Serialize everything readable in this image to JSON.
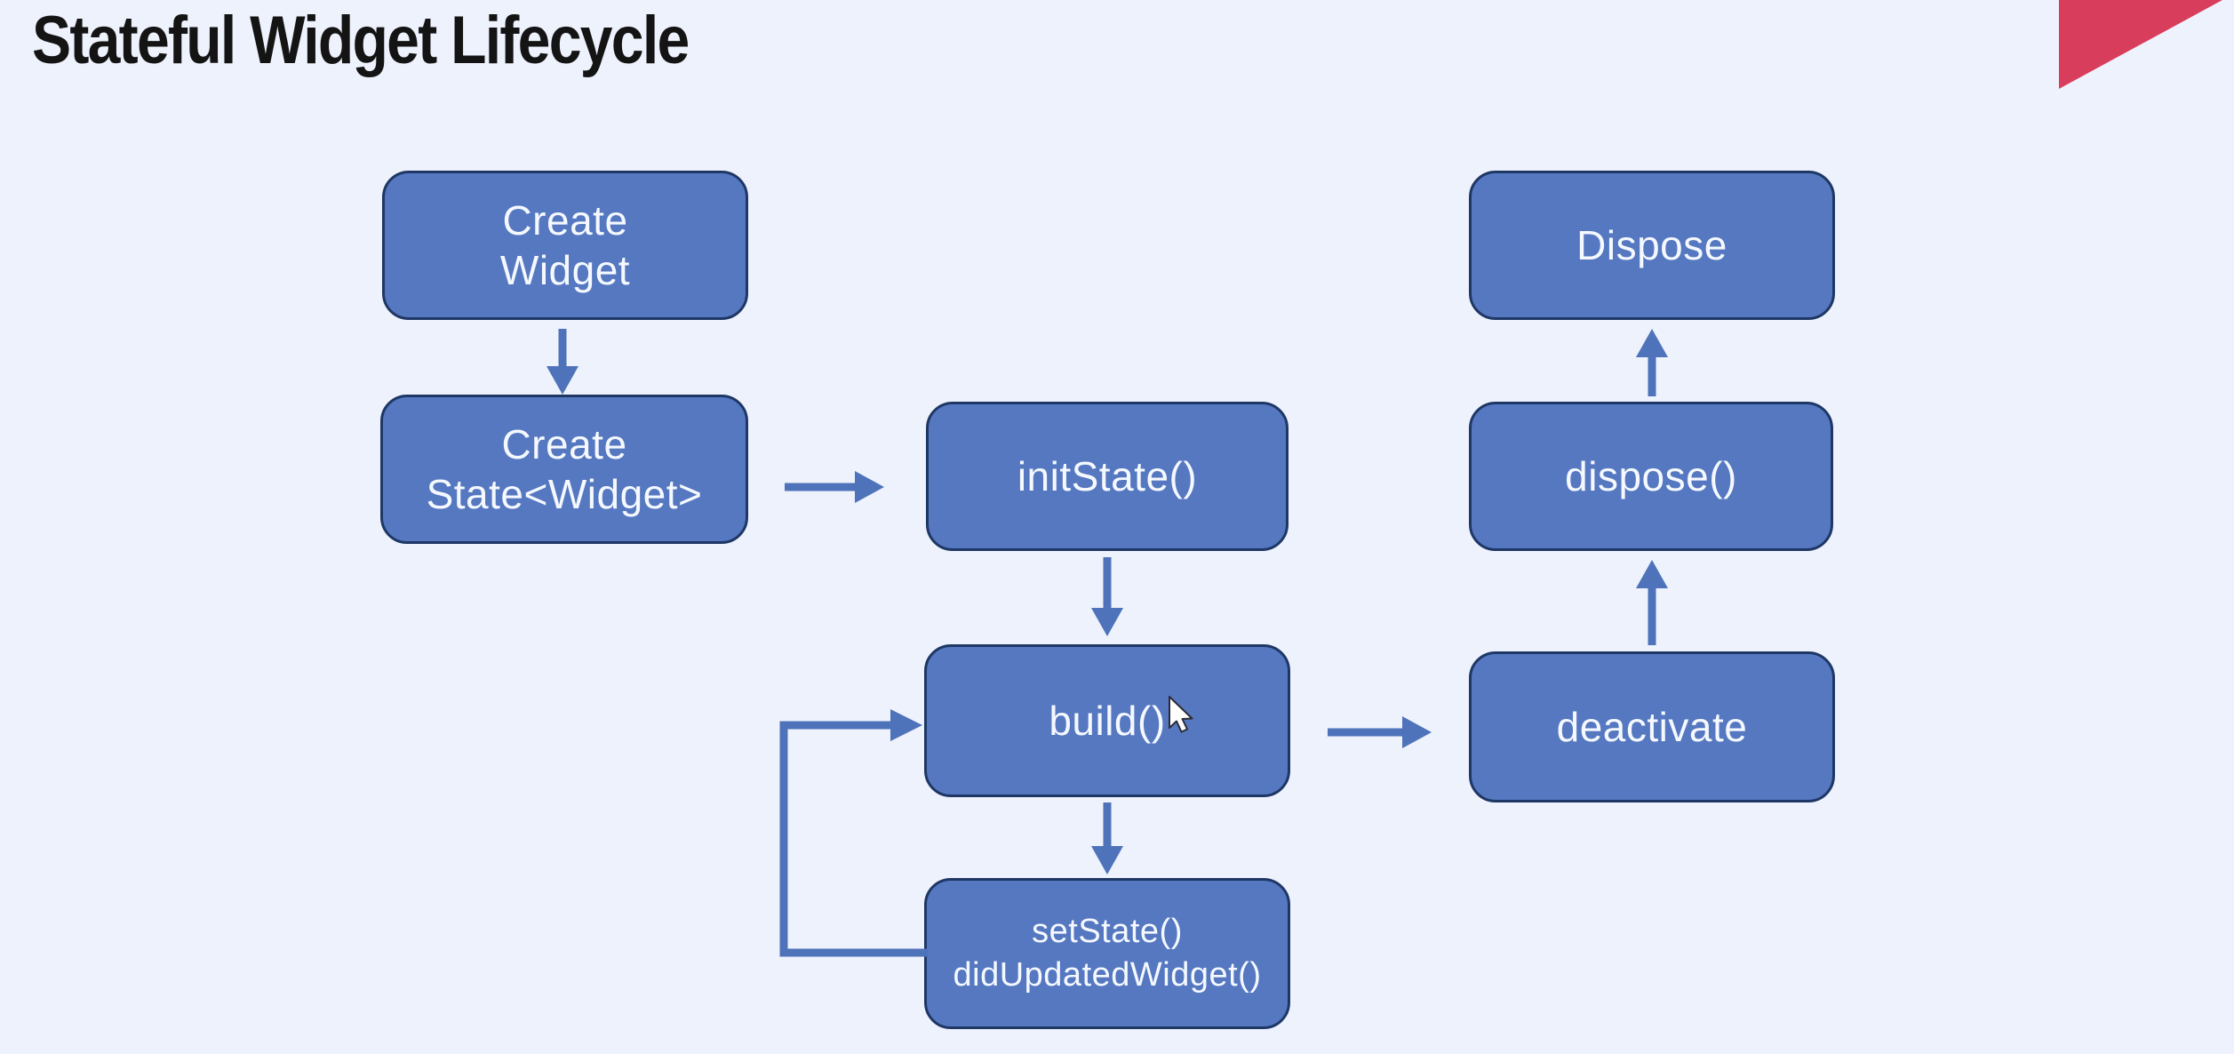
{
  "title": "Stateful Widget Lifecycle",
  "colors": {
    "background": "#eef2fc",
    "node_fill": "#5578c1",
    "node_border": "#1e3765",
    "node_text": "#f5f9ff",
    "arrow": "#4f73ba",
    "accent_triangle": "#d83e5c",
    "title_text": "#141414"
  },
  "nodes": [
    {
      "id": "create-widget",
      "label": "Create\nWidget"
    },
    {
      "id": "create-state",
      "label": "Create\nState<Widget>"
    },
    {
      "id": "init-state",
      "label": "initState()"
    },
    {
      "id": "build",
      "label": "build()"
    },
    {
      "id": "set-state",
      "label": "setState()\ndidUpdatedWidget()"
    },
    {
      "id": "dispose",
      "label": "Dispose"
    },
    {
      "id": "dispose-fn",
      "label": "dispose()"
    },
    {
      "id": "deactivate",
      "label": "deactivate"
    }
  ],
  "edges": [
    {
      "from": "create-widget",
      "to": "create-state",
      "direction": "down"
    },
    {
      "from": "create-state",
      "to": "init-state",
      "direction": "right"
    },
    {
      "from": "init-state",
      "to": "build",
      "direction": "down"
    },
    {
      "from": "build",
      "to": "set-state",
      "direction": "down"
    },
    {
      "from": "set-state",
      "to": "build",
      "direction": "loop-left"
    },
    {
      "from": "build",
      "to": "deactivate",
      "direction": "right"
    },
    {
      "from": "deactivate",
      "to": "dispose-fn",
      "direction": "up"
    },
    {
      "from": "dispose-fn",
      "to": "dispose",
      "direction": "up"
    }
  ]
}
